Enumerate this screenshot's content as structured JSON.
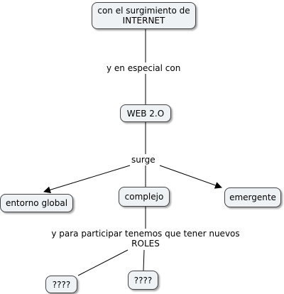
{
  "nodes": {
    "internet": "con el surgimiento de INTERNET",
    "web20": "WEB 2.O",
    "entorno": "entorno global",
    "complejo": "complejo",
    "emergente": "emergente",
    "q1": "????",
    "q2": "????"
  },
  "links": {
    "en_especial": "y en especial con",
    "surge": "surge",
    "roles": "y para participar tenemos que tener nuevos ROLES"
  }
}
